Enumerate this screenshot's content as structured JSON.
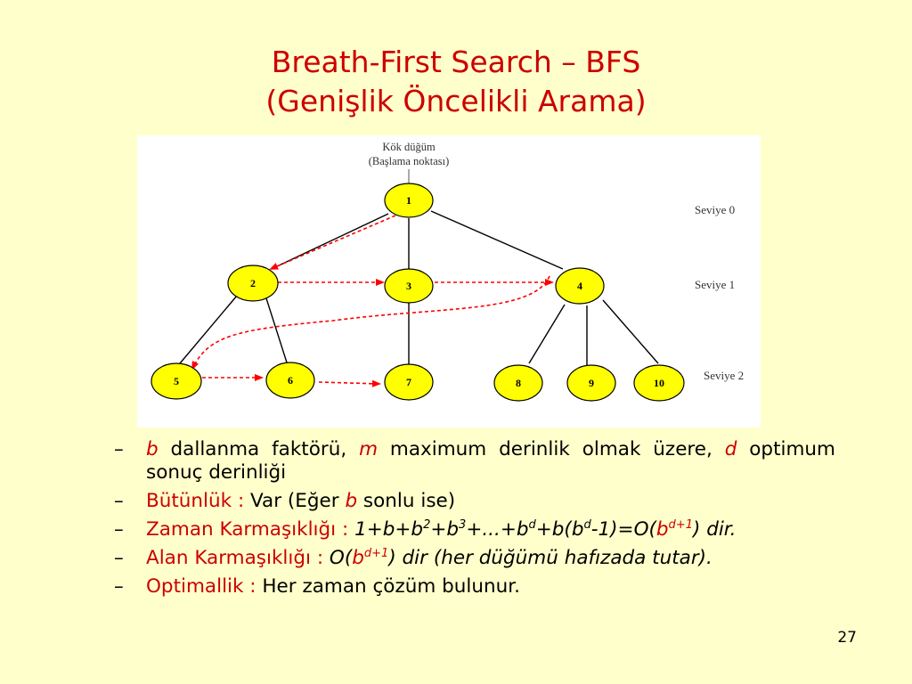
{
  "title": {
    "line1": "Breath-First Search – BFS",
    "line2": "(Genişlik Öncelikli Arama)"
  },
  "diagram": {
    "root_label_line1": "Kök düğüm",
    "root_label_line2": "(Başlama noktası)",
    "levels": [
      "Seviye 0",
      "Seviye 1",
      "Seviye 2"
    ],
    "nodes": [
      "1",
      "2",
      "3",
      "4",
      "5",
      "6",
      "7",
      "8",
      "9",
      "10"
    ],
    "edges": [
      [
        "1",
        "2"
      ],
      [
        "1",
        "3"
      ],
      [
        "1",
        "4"
      ],
      [
        "2",
        "5"
      ],
      [
        "2",
        "6"
      ],
      [
        "3",
        "7"
      ],
      [
        "4",
        "8"
      ],
      [
        "4",
        "9"
      ],
      [
        "4",
        "10"
      ]
    ],
    "search_order": [
      "1",
      "2",
      "3",
      "4",
      "5",
      "6",
      "7"
    ],
    "node_fill": "#FFFF00",
    "arrow_color": "#FF0000"
  },
  "bullets": {
    "b1": {
      "b": "b",
      "t1": " dallanma faktörü, ",
      "m": "m",
      "t2": "  maximum derinlik olmak üzere, ",
      "d": "d",
      "t3": " optimum sonuç derinliği"
    },
    "b2": {
      "label": "Bütünlük :",
      "t1": " Var (Eğer ",
      "b": "b",
      "t2": " sonlu ise)"
    },
    "b3": {
      "label": "Zaman Karmaşıklığı :",
      "f1": " 1+b+b",
      "s1": "2",
      "f2": "+b",
      "s2": "3",
      "f3": "+...+b",
      "s3": "d",
      "f4": "+b(b",
      "s4": "d",
      "f5": "-1)=O(",
      "b": "b",
      "s5": "d+1",
      "f6": ") dir."
    },
    "b4": {
      "label": "Alan Karmaşıklığı :",
      "f1": " O(",
      "b": "b",
      "s1": "d+1",
      "f2": ") dir (her düğümü hafızada tutar)."
    },
    "b5": {
      "label": "Optimallik :",
      "t1": " Her zaman çözüm bulunur."
    }
  },
  "page_number": "27"
}
